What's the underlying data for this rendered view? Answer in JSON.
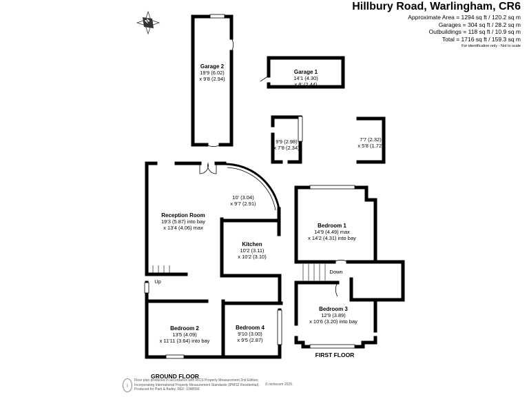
{
  "header": {
    "title": "Hillbury Road, Warlingham, CR6",
    "areas": [
      "Approximate Area = 1294 sq ft / 120.2 sq m",
      "Garages  = 304 sq ft / 28.2 sq m",
      "Outbuildings = 118 sq ft / 10.9 sq m",
      "Total = 1716 sq ft / 159.3 sq m"
    ],
    "note": "For identification only - Not to scale"
  },
  "compass": {
    "label": "N"
  },
  "rooms": {
    "garage2": {
      "name": "Garage 2",
      "dim1": "19'9 (6.02)",
      "dim2": "x 9'8 (2.94)"
    },
    "garage1": {
      "name": "Garage 1",
      "dim1": "14'1 (4.30)",
      "dim2": "x 8' (2.44)"
    },
    "outbuilding1": {
      "dim1": "9'9 (2.98)",
      "dim2": "x 7'8 (2.34)"
    },
    "outbuilding2": {
      "dim1": "7'7 (2.32)",
      "dim2": "x 5'8 (1.72)"
    },
    "conservatory": {
      "dim1": "10' (3.04)",
      "dim2": "x 9'7 (2.91)"
    },
    "reception": {
      "name": "Reception Room",
      "dim1": "19'3 (5.87) into bay",
      "dim2": "x 13'4 (4.06) max"
    },
    "kitchen": {
      "name": "Kitchen",
      "dim1": "10'2 (3.11)",
      "dim2": "x 10'2 (3.10)"
    },
    "bedroom2": {
      "name": "Bedroom 2",
      "dim1": "13'5 (4.09)",
      "dim2": "x 11'11 (3.64) into bay"
    },
    "bedroom4": {
      "name": "Bedroom 4",
      "dim1": "9'10 (3.00)",
      "dim2": "x 9'5 (2.87)"
    },
    "bedroom1": {
      "name": "Bedroom 1",
      "dim1": "14'9 (4.49) max",
      "dim2": "x 14'2 (4.31) into bay"
    },
    "bedroom3": {
      "name": "Bedroom 3",
      "dim1": "12'9 (3.89)",
      "dim2": "x 10'6 (3.20) into bay"
    }
  },
  "stairs": {
    "up": "Up",
    "down": "Down"
  },
  "floors": {
    "ground": "GROUND FLOOR",
    "first": "FIRST FLOOR"
  },
  "footer": {
    "lines": [
      "Floor plan produced in accordance with RICS Property Measurement 2nd Edition,",
      "Incorporating International Property Measurement Standards (IPMS2 Residential).",
      "Produced for Park & Bailey.    REF: 1348556"
    ],
    "copyright": "© nichecom 2025."
  }
}
